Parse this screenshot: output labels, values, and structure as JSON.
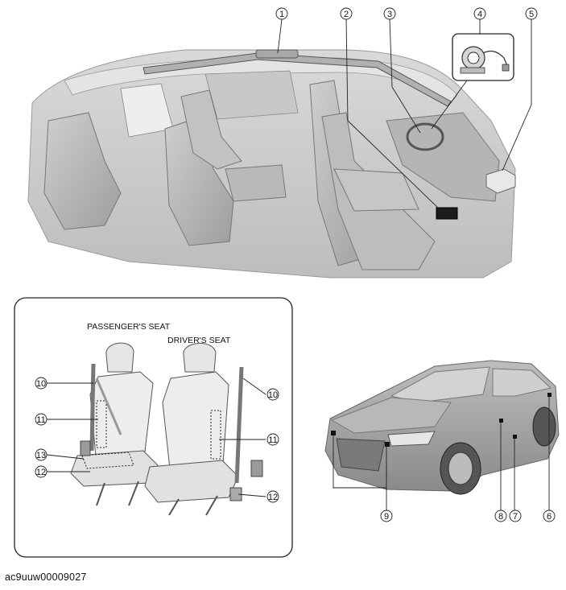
{
  "callouts_top": [
    "1",
    "2",
    "3",
    "4",
    "5"
  ],
  "callouts_seat": [
    "10",
    "11",
    "13",
    "12",
    "11",
    "10",
    "12"
  ],
  "callouts_car": [
    "9",
    "8",
    "7",
    "6"
  ],
  "labels": {
    "passenger_seat": "PASSENGER'S SEAT",
    "drivers_seat": "DRIVER'S SEAT"
  },
  "caption": "ac9uuw00009027"
}
